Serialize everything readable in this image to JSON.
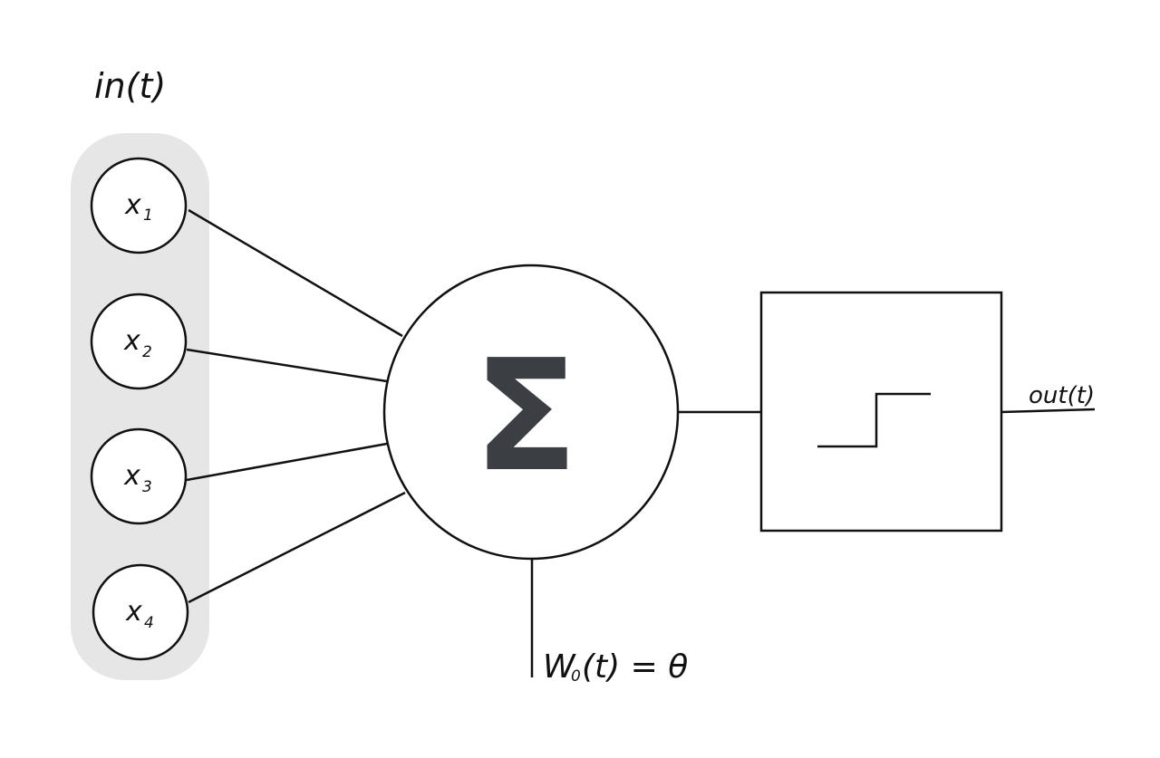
{
  "input_group": {
    "label": "in(t)",
    "nodes": [
      {
        "var": "x",
        "sub": "1"
      },
      {
        "var": "x",
        "sub": "2"
      },
      {
        "var": "x",
        "sub": "3"
      },
      {
        "var": "x",
        "sub": "4"
      }
    ]
  },
  "summation": {
    "symbol": "Σ"
  },
  "bias": {
    "w": "W",
    "sub": "0",
    "rest": "(t) = θ"
  },
  "activation": {
    "kind": "step-function"
  },
  "output": {
    "label": "out(t)"
  },
  "colors": {
    "input_group_fill": "#e6e6e6",
    "sigma": "#3b3e42",
    "line": "#111111"
  }
}
